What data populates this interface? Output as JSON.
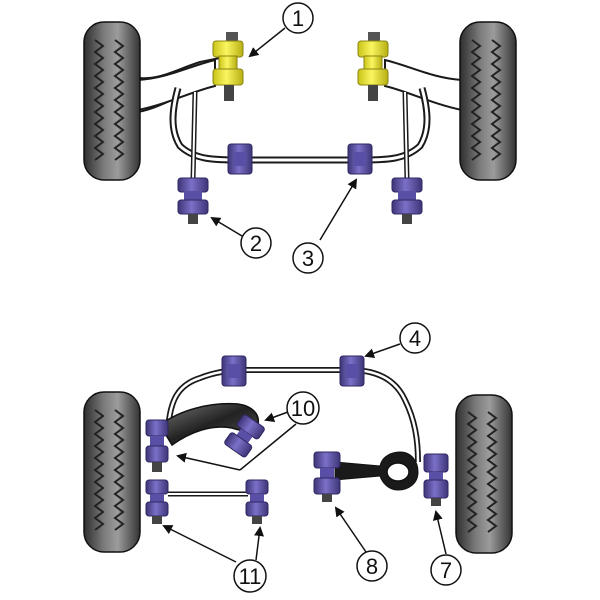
{
  "title": "Suspension bush location diagram",
  "callouts": {
    "c1": "1",
    "c2": "2",
    "c3": "3",
    "c4": "4",
    "c7": "7",
    "c8": "8",
    "c10": "10",
    "c11": "11"
  },
  "colors": {
    "bush_purple": "#6a5fb0",
    "bush_purple_dark": "#3d3578",
    "bush_yellow": "#f4ee1e",
    "bush_yellow_dark": "#9a9410",
    "tyre": "#5a5a5a",
    "tyre_light": "#9a9a9a",
    "bar_stroke": "#1a1a1a",
    "bar_fill": "#ffffff"
  }
}
